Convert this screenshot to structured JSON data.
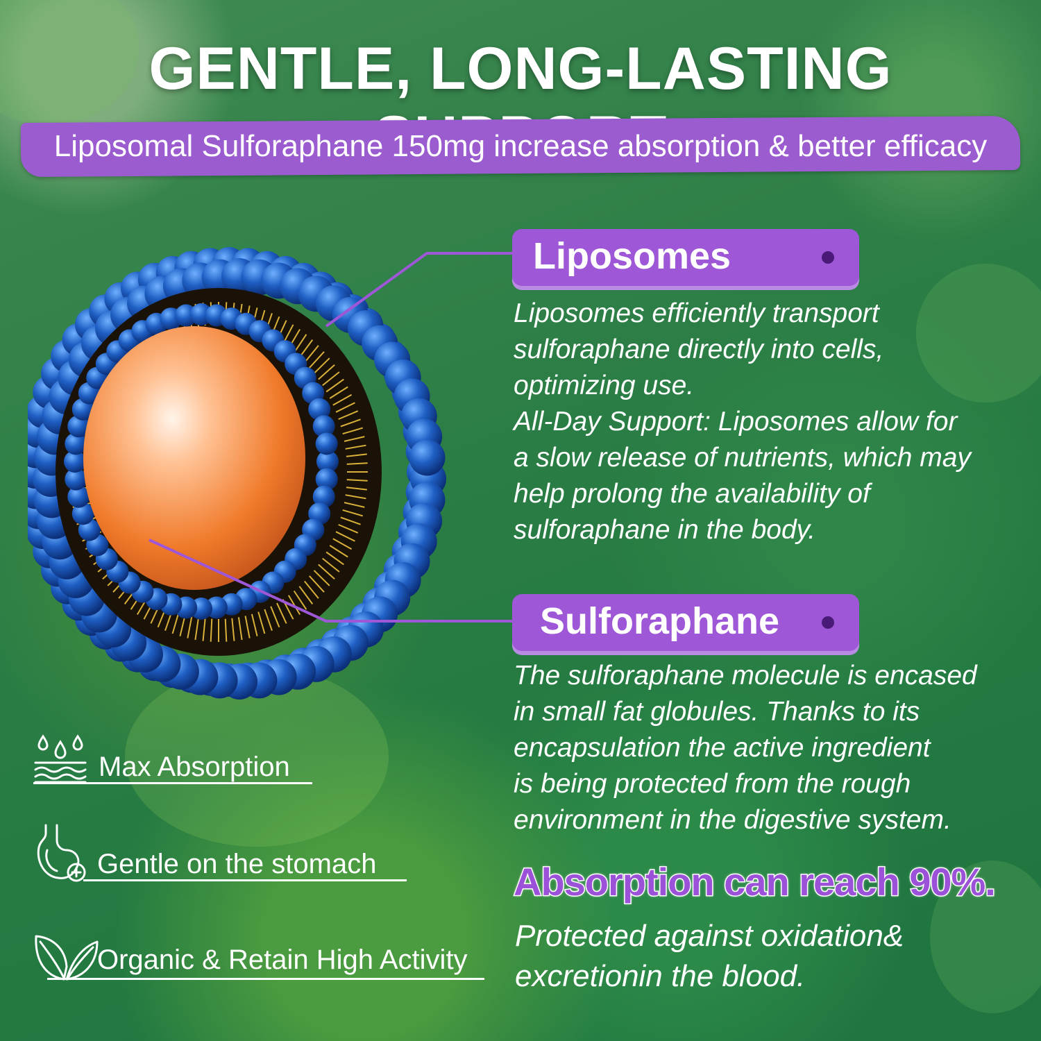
{
  "title": "GENTLE, LONG-LASTING SUPPORT",
  "subtitle": "Liposomal Sulforaphane 150mg increase absorption & better efficacy",
  "callouts": [
    {
      "label": "Liposomes",
      "text": "Liposomes efficiently transport\nsulforaphane directly into cells,\noptimizing use.\nAll-Day Support: Liposomes allow for\na slow release of nutrients, which may\nhelp prolong the availability of\nsulforaphane in the body."
    },
    {
      "label": "Sulforaphane",
      "text": "The sulforaphane molecule is encased\nin small fat globules. Thanks to its\nencapsulation the active ingredient\nis being protected from the rough\nenvironment in the digestive system."
    }
  ],
  "highlight": "Absorption can reach 90%.",
  "protection_text": "Protected against oxidation&\nexcretionin the blood.",
  "features": [
    {
      "icon": "water-absorption-icon",
      "label": "Max Absorption"
    },
    {
      "icon": "stomach-icon",
      "label": "Gentle on the stomach"
    },
    {
      "icon": "leaf-icon",
      "label": "Organic & Retain High Activity"
    }
  ],
  "colors": {
    "accent_purple": "#9e57d6",
    "liposome_blue": "#1f5fc4",
    "core_orange": "#f07a2a",
    "background_green": "#2a7d45"
  }
}
